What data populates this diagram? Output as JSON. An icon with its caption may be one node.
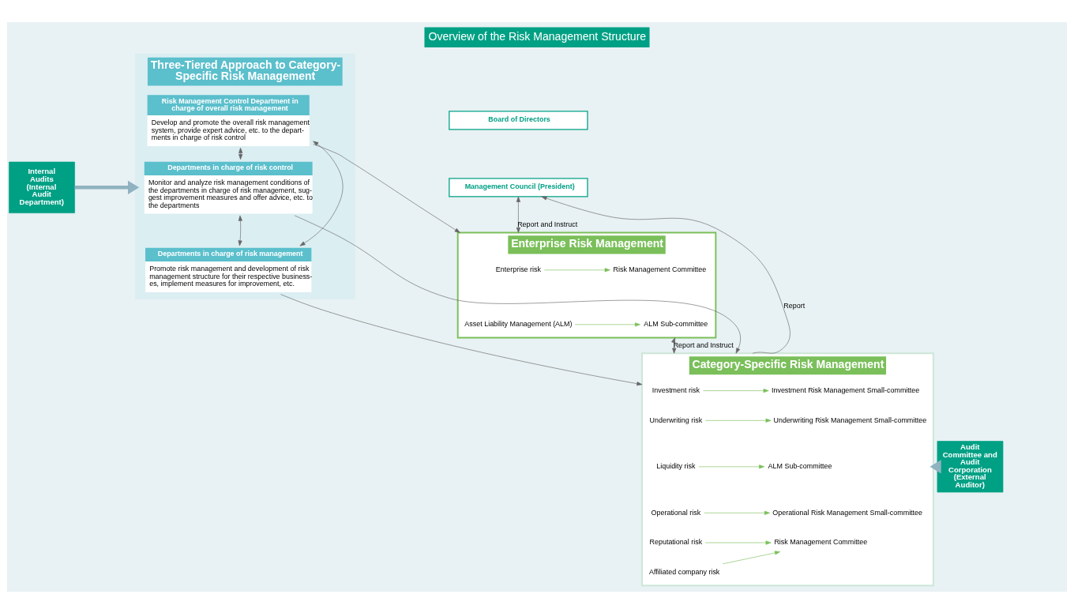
{
  "diagram": {
    "title": "Overview of the Risk Management Structure",
    "nodes": [
      {
        "text": [
          "Internal Audits (Internal Audit Department)"
        ]
      },
      {
        "text": [
          "Three-Tiered Approach to Category-Specific Risk Management"
        ]
      },
      {
        "text": [
          "Risk Management Control Department in charge of overall risk management",
          "Develop and promote the overall risk management system, provide expert advice, etc. to the depart- ments in charge of risk control"
        ],
        "in": 1
      },
      {
        "text": [
          "Departments in charge of risk control",
          "Monitor and analyze risk management conditions of the departments in charge of risk management, sug- gest improvement measures and offer advice, etc. to the departments"
        ],
        "in": 1
      },
      {
        "text": [
          "Departments in charge of risk management",
          "Promote risk management and development of risk management structure for their respective business- es, implement measures for improvement, etc."
        ],
        "in": 1
      },
      {
        "text": [
          "Board of Directors"
        ]
      },
      {
        "text": [
          "Management Council (President)"
        ]
      },
      {
        "text": [
          "Enterprise Risk Management"
        ]
      },
      {
        "text": [
          "Enterprise risk"
        ],
        "in": 7
      },
      {
        "text": [
          "Risk Management Committee"
        ],
        "in": 7
      },
      {
        "text": [
          "Asset Liability Management (ALM)"
        ],
        "in": 7
      },
      {
        "text": [
          "ALM Sub-committee"
        ],
        "in": 7
      },
      {
        "text": [
          "Category-Specific Risk Management"
        ]
      },
      {
        "text": [
          "Investment risk"
        ],
        "in": 12
      },
      {
        "text": [
          "Investment Risk Management Small-committee"
        ],
        "in": 12
      },
      {
        "text": [
          "Underwriting risk"
        ],
        "in": 12
      },
      {
        "text": [
          "Underwriting Risk Management Small-committee"
        ],
        "in": 12
      },
      {
        "text": [
          "Liquidity risk"
        ],
        "in": 12
      },
      {
        "text": [
          "ALM Sub-committee"
        ],
        "in": 12
      },
      {
        "text": [
          "Operational risk"
        ],
        "in": 12
      },
      {
        "text": [
          "Operational Risk Management Small-committee"
        ],
        "in": 12
      },
      {
        "text": [
          "Reputational risk"
        ],
        "in": 12
      },
      {
        "text": [
          "Affiliated company risk"
        ],
        "in": 12
      },
      {
        "text": [
          "Risk Management Committee"
        ],
        "in": 12
      },
      {
        "text": [
          "Audit Committee and Audit Corporation (External Auditor)"
        ]
      }
    ],
    "edges": [
      {
        "from": 0,
        "to": 1,
        "arrow": "to",
        "style": "thick",
        "color": "#8fb3c0"
      },
      {
        "from": 24,
        "to": 12,
        "arrow": "to",
        "style": "thick",
        "color": "#8fb3c0"
      },
      {
        "from": 2,
        "to": 7,
        "arrow": "to"
      },
      {
        "from": 3,
        "to": 12,
        "arrow": "to"
      },
      {
        "from": 4,
        "to": 12,
        "arrow": "to"
      },
      {
        "from": 2,
        "to": 3,
        "arrow": "both"
      },
      {
        "from": 3,
        "to": 4,
        "arrow": "both"
      },
      {
        "from": 2,
        "to": 4,
        "arrow": "both"
      },
      {
        "from": 6,
        "to": 7,
        "arrow": "both",
        "label": "Report and Instruct"
      },
      {
        "from": 7,
        "to": 12,
        "arrow": "both",
        "label": "Report and Instruct"
      },
      {
        "from": 12,
        "to": 6,
        "arrow": "to",
        "label": "Report"
      },
      {
        "from": 8,
        "to": 9,
        "arrow": "to",
        "color": "#7abf5a"
      },
      {
        "from": 10,
        "to": 11,
        "arrow": "to",
        "color": "#7abf5a"
      },
      {
        "from": 13,
        "to": 14,
        "arrow": "to",
        "color": "#7abf5a"
      },
      {
        "from": 15,
        "to": 16,
        "arrow": "to",
        "color": "#7abf5a"
      },
      {
        "from": 17,
        "to": 18,
        "arrow": "to",
        "color": "#7abf5a"
      },
      {
        "from": 19,
        "to": 20,
        "arrow": "to",
        "color": "#7abf5a"
      },
      {
        "from": 21,
        "to": 23,
        "arrow": "to",
        "color": "#7abf5a"
      },
      {
        "from": 22,
        "to": 23,
        "arrow": "to",
        "color": "#7abf5a"
      }
    ]
  }
}
